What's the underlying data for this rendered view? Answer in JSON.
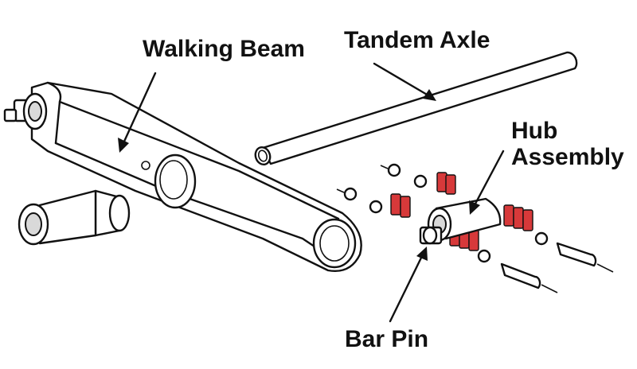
{
  "labels": {
    "walking_beam": "Walking Beam",
    "tandem_axle": "Tandem Axle",
    "hub_line1": "Hub",
    "hub_line2": "Assembly",
    "bar_pin": "Bar Pin"
  },
  "colors": {
    "ink": "#111111",
    "accent_red": "#d7393a",
    "background": "#ffffff"
  }
}
